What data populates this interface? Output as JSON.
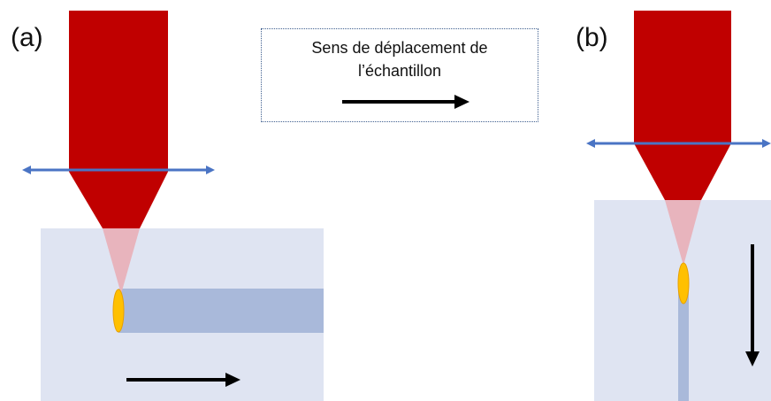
{
  "panels": [
    {
      "label": "(a)",
      "motion": "horizontal"
    },
    {
      "label": "(b)",
      "motion": "vertical"
    }
  ],
  "legend": {
    "line1": "Sens de déplacement de",
    "line2": "l’échantillon"
  },
  "icons": [
    "double-arrow-icon",
    "arrow-right-icon",
    "arrow-down-icon"
  ],
  "colors": {
    "laser": "#c00000",
    "beam_focus": "#e8b4bd",
    "lens": "#4a74c4",
    "sample": "#dfe4f2",
    "track": "#a9b9da",
    "focal_spot": "#ffc000",
    "focal_spot_edge": "#e8a000",
    "arrow": "#000000",
    "legend_border": "#3f5f8f"
  }
}
